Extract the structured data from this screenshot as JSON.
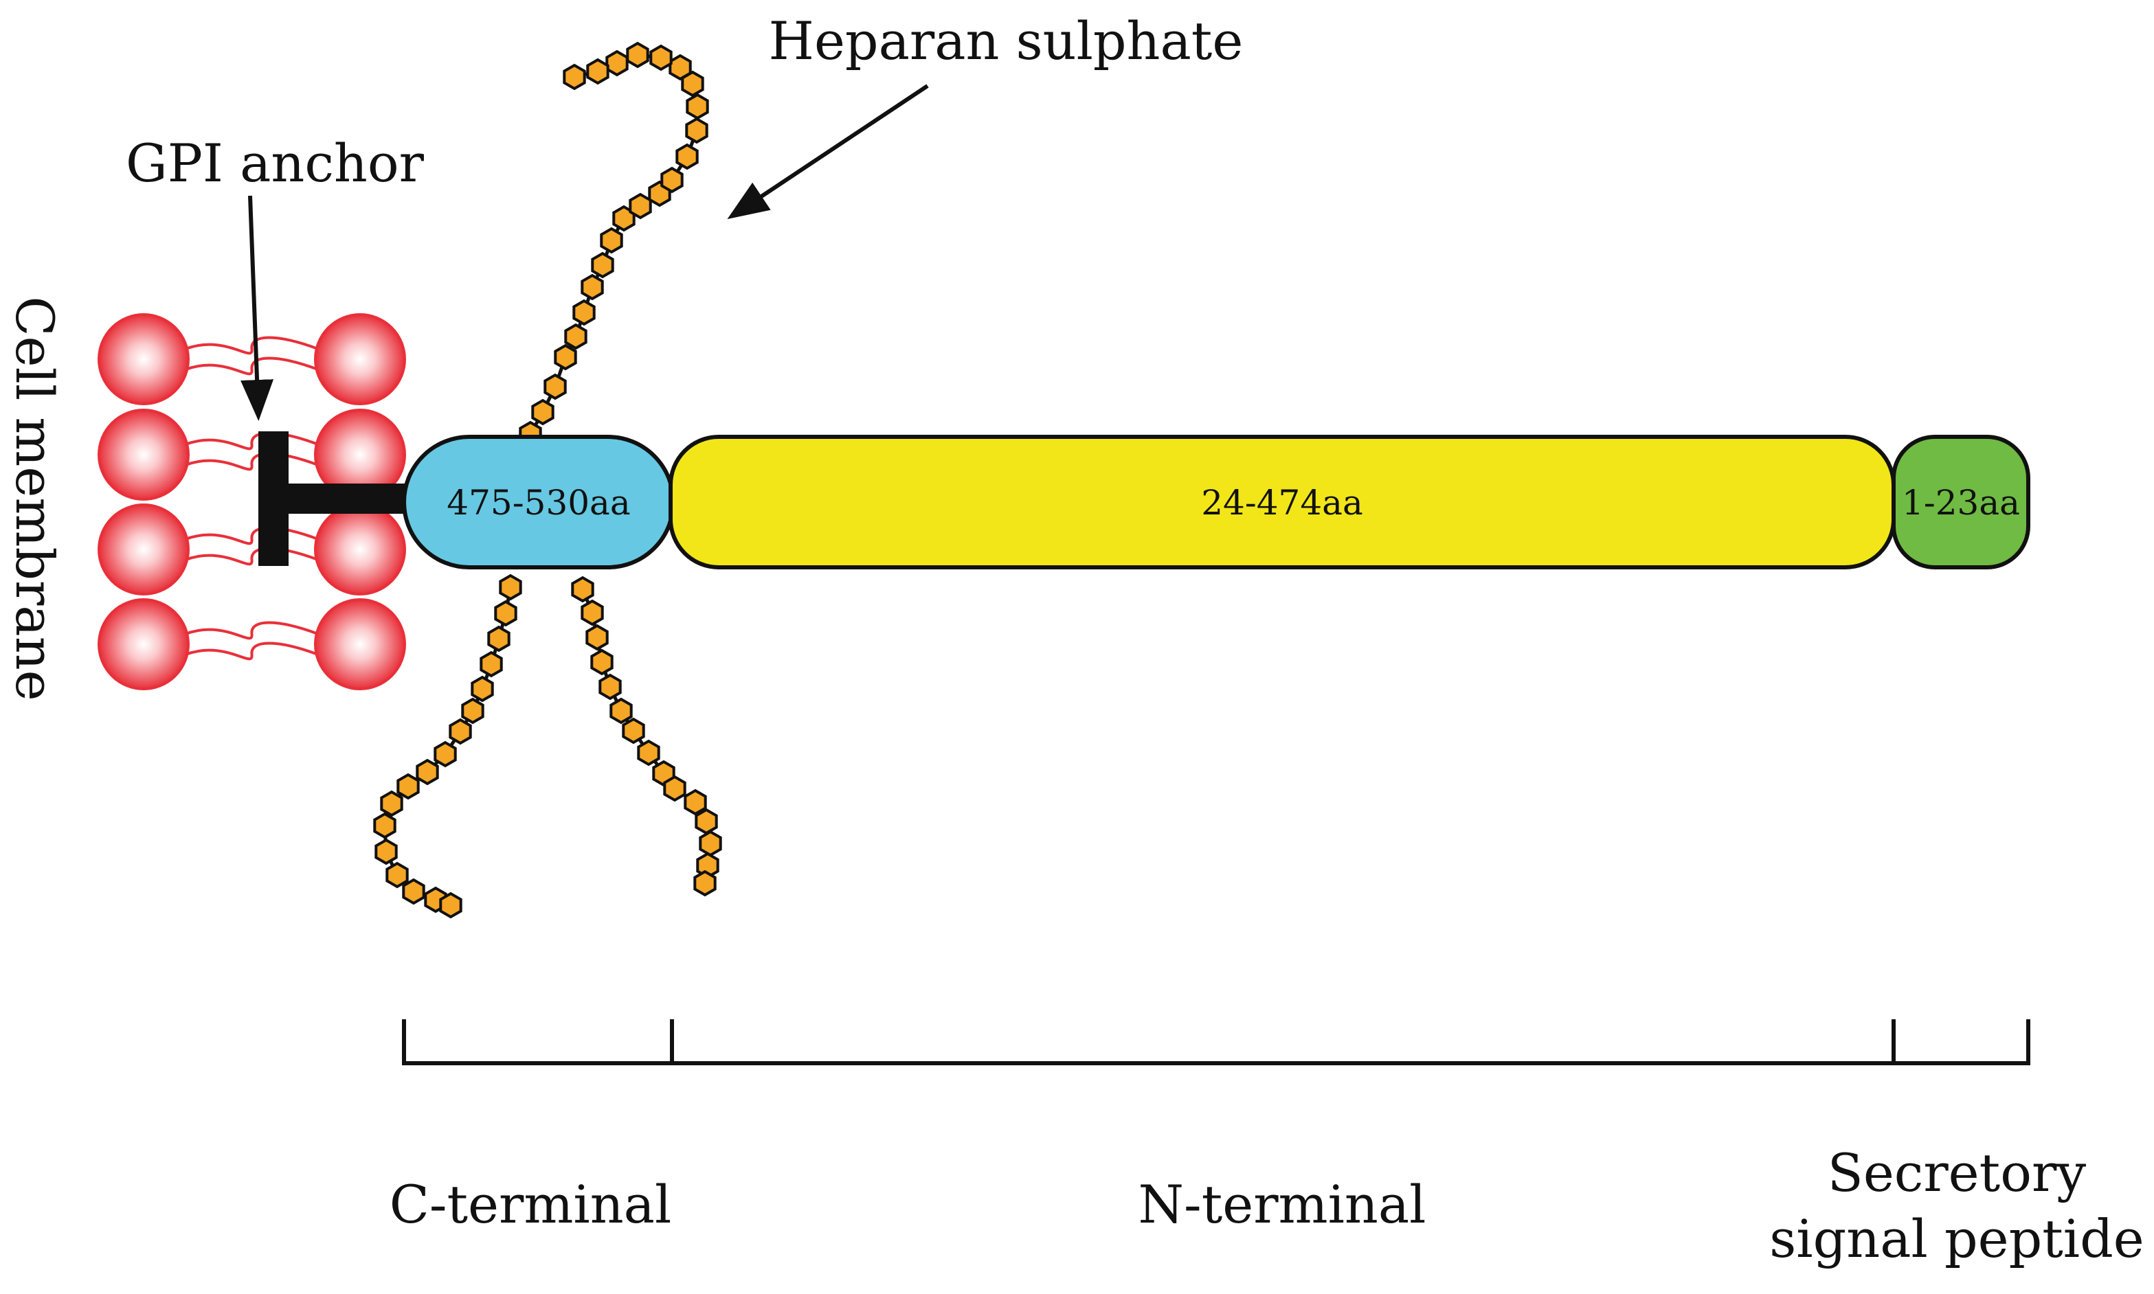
{
  "labels": {
    "heparan_sulphate": "Heparan sulphate",
    "gpi_anchor": "GPI anchor",
    "cell_membrane": "Cell membrane",
    "c_terminal": "C-terminal",
    "n_terminal": "N-terminal",
    "secretory_line1": "Secretory",
    "secretory_line2": "signal peptide"
  },
  "domains": [
    {
      "id": "c-terminal-domain",
      "label": "475-530aa",
      "color": "#66c8e2"
    },
    {
      "id": "n-terminal-domain",
      "label": "24-474aa",
      "color": "#f2e619"
    },
    {
      "id": "signal-peptide-domain",
      "label": "1-23aa",
      "color": "#70bb43"
    }
  ],
  "colors": {
    "lipid_head": "#e8303a",
    "sugar_unit": "#f6a625",
    "outline": "#111111"
  }
}
